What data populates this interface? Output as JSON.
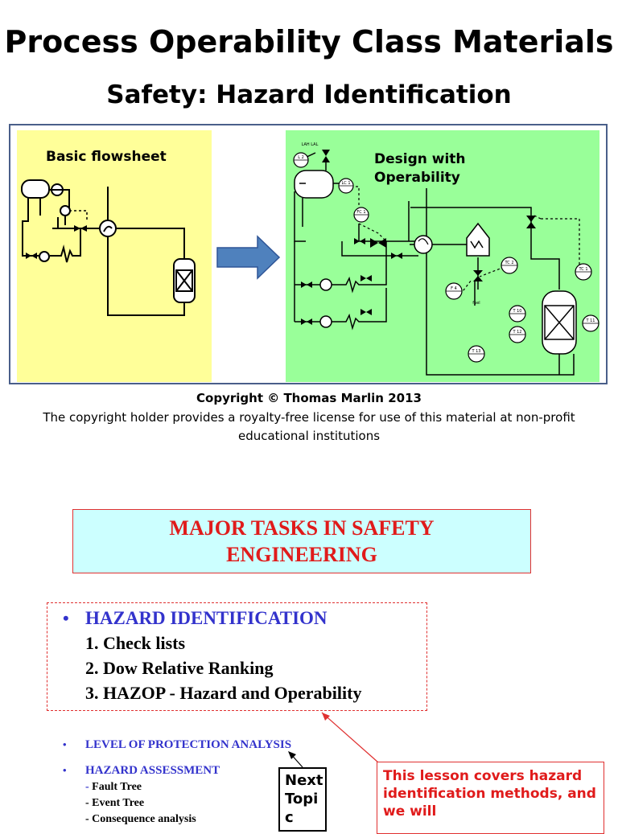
{
  "header": {
    "title": "Process Operability Class Materials",
    "subtitle": "Safety: Hazard Identification"
  },
  "figure": {
    "basic_label": "Basic flowsheet",
    "design_label_line1": "Design with",
    "design_label_line2": "Operability",
    "instrument_tags": [
      "LAH LAL",
      "L 2",
      "LC 1",
      "FC 1",
      "TC 2",
      "TC 1",
      "F 4",
      "fuel",
      "T 10",
      "T 12",
      "T 11",
      "T 13"
    ],
    "colors": {
      "basic_panel": "#ffff99",
      "design_panel": "#99ff99",
      "arrow": "#4f81bd",
      "frame": "#4a5f8a"
    }
  },
  "copyright": {
    "line": "Copyright © Thomas Marlin 2013",
    "license": "The copyright holder provides a royalty-free license for use of this material at non-profit educational institutions"
  },
  "tasks": {
    "title": "MAJOR TASKS IN SAFETY ENGINEERING",
    "hazard_identification": {
      "heading": "HAZARD IDENTIFICATION",
      "items": [
        "1. Check lists",
        "2. Dow Relative Ranking",
        "3. HAZOP - Hazard and Operability"
      ]
    },
    "lopa": "LEVEL OF PROTECTION ANALYSIS",
    "hazard_assessment": {
      "heading": "HAZARD ASSESSMENT",
      "items": [
        "Fault Tree",
        "Event Tree",
        "Consequence analysis"
      ]
    },
    "bullet_glyph": "•",
    "next_topic": "Next Topic",
    "lesson_note": "This lesson covers hazard identification methods, and we will"
  }
}
